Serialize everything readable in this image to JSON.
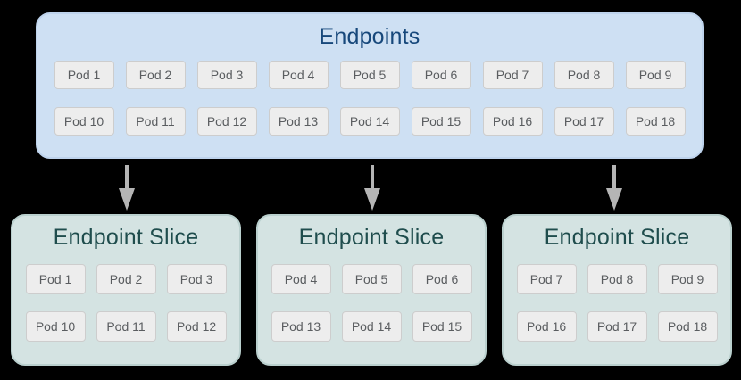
{
  "colors": {
    "canvas_bg": "#000000",
    "endpoints_box_bg": "#cee0f3",
    "endpoints_box_border": "#bed3ec",
    "endpoints_title_text": "#17487b",
    "slice_box_bg": "#d4e3e2",
    "slice_box_border": "#bad0ce",
    "slice_title_text": "#1f4d4d",
    "pod_bg": "#ededed",
    "pod_border": "#cdcdcd",
    "pod_text": "#5a5d60",
    "arrow": "#b5b5b5"
  },
  "endpoints": {
    "title": "Endpoints",
    "pods_row1": [
      "Pod 1",
      "Pod 2",
      "Pod 3",
      "Pod 4",
      "Pod 5",
      "Pod 6",
      "Pod 7",
      "Pod 8",
      "Pod 9"
    ],
    "pods_row2": [
      "Pod 10",
      "Pod 11",
      "Pod 12",
      "Pod 13",
      "Pod 14",
      "Pod 15",
      "Pod 16",
      "Pod 17",
      "Pod 18"
    ]
  },
  "slices": [
    {
      "title": "Endpoint Slice",
      "pods_row1": [
        "Pod 1",
        "Pod 2",
        "Pod 3"
      ],
      "pods_row2": [
        "Pod 10",
        "Pod 11",
        "Pod 12"
      ]
    },
    {
      "title": "Endpoint Slice",
      "pods_row1": [
        "Pod 4",
        "Pod 5",
        "Pod 6"
      ],
      "pods_row2": [
        "Pod 13",
        "Pod 14",
        "Pod 15"
      ]
    },
    {
      "title": "Endpoint Slice",
      "pods_row1": [
        "Pod 7",
        "Pod 8",
        "Pod 9"
      ],
      "pods_row2": [
        "Pod 16",
        "Pod 17",
        "Pod 18"
      ]
    }
  ]
}
